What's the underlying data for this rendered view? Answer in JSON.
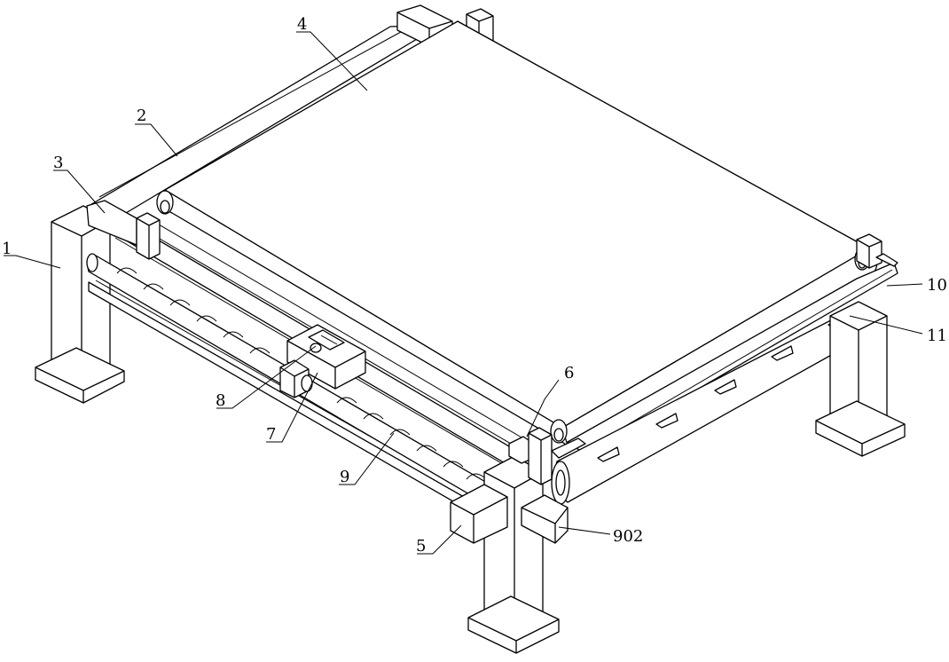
{
  "callouts": [
    {
      "id": "label-1",
      "text": "1"
    },
    {
      "id": "label-2",
      "text": "2"
    },
    {
      "id": "label-3",
      "text": "3"
    },
    {
      "id": "label-4",
      "text": "4"
    },
    {
      "id": "label-5",
      "text": "5"
    },
    {
      "id": "label-6",
      "text": "6"
    },
    {
      "id": "label-7",
      "text": "7"
    },
    {
      "id": "label-8",
      "text": "8"
    },
    {
      "id": "label-9",
      "text": "9"
    },
    {
      "id": "label-10",
      "text": "10"
    },
    {
      "id": "label-11",
      "text": "11"
    },
    {
      "id": "label-902",
      "text": "902"
    }
  ]
}
